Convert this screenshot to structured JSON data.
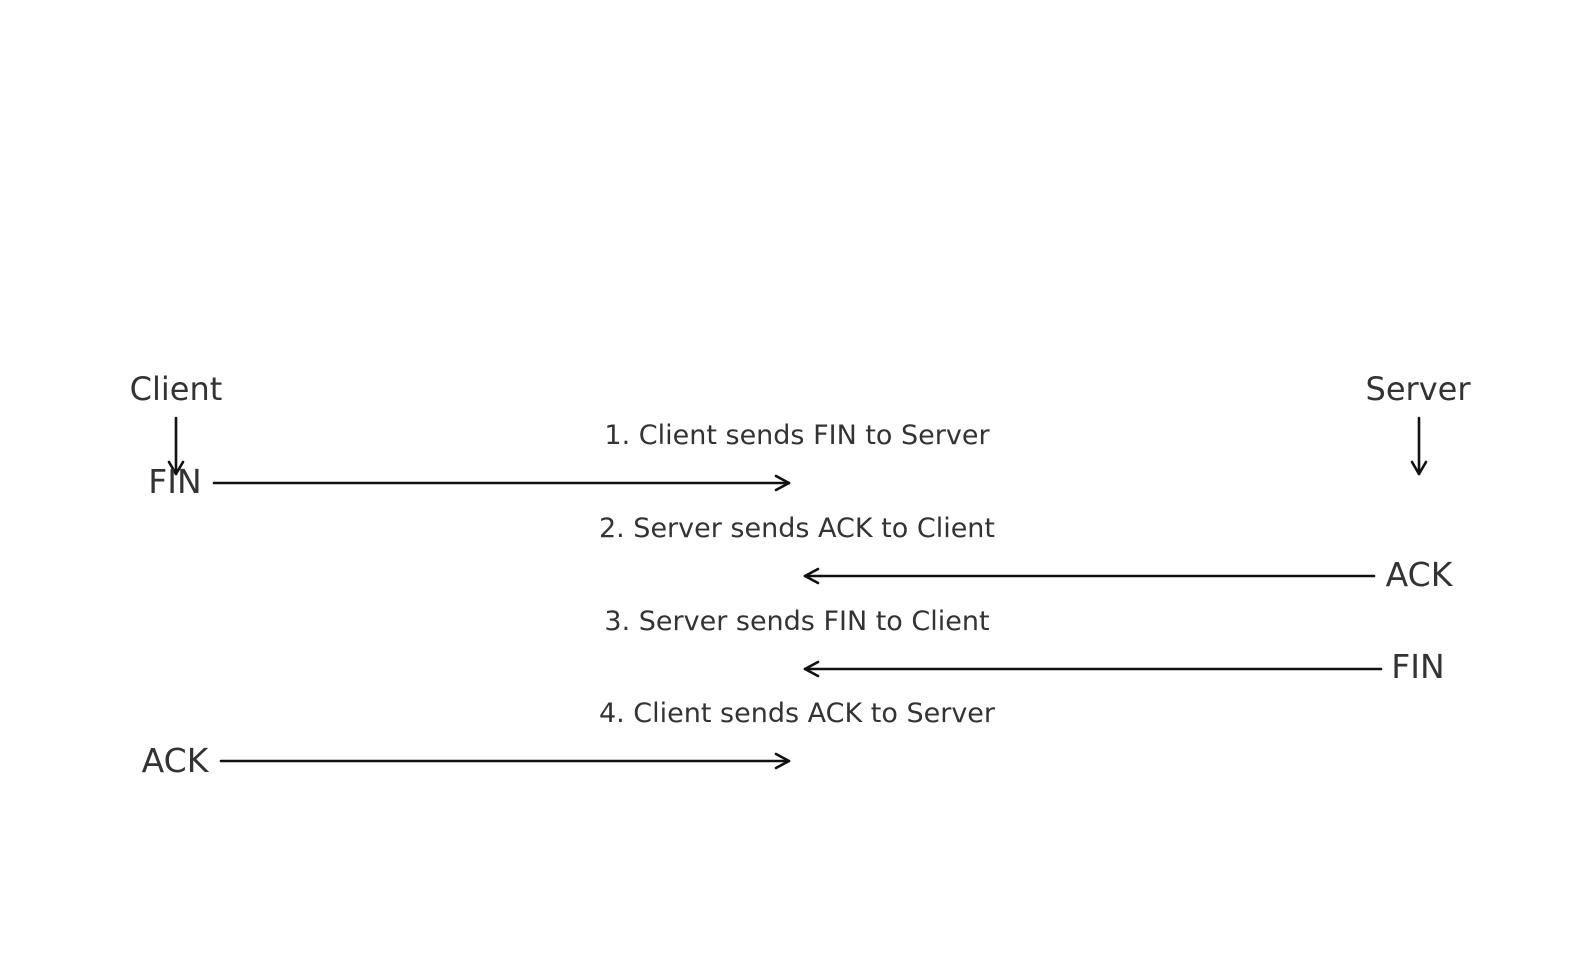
{
  "parties": {
    "client": "Client",
    "server": "Server"
  },
  "steps": [
    {
      "caption": "1. Client sends FIN to Server",
      "label": "FIN",
      "from": "client",
      "to": "server"
    },
    {
      "caption": "2. Server sends ACK to Client",
      "label": "ACK",
      "from": "server",
      "to": "client"
    },
    {
      "caption": "3. Server sends FIN to Client",
      "label": "FIN",
      "from": "server",
      "to": "client"
    },
    {
      "caption": "4. Client sends ACK to Server",
      "label": "ACK",
      "from": "client",
      "to": "server"
    }
  ]
}
